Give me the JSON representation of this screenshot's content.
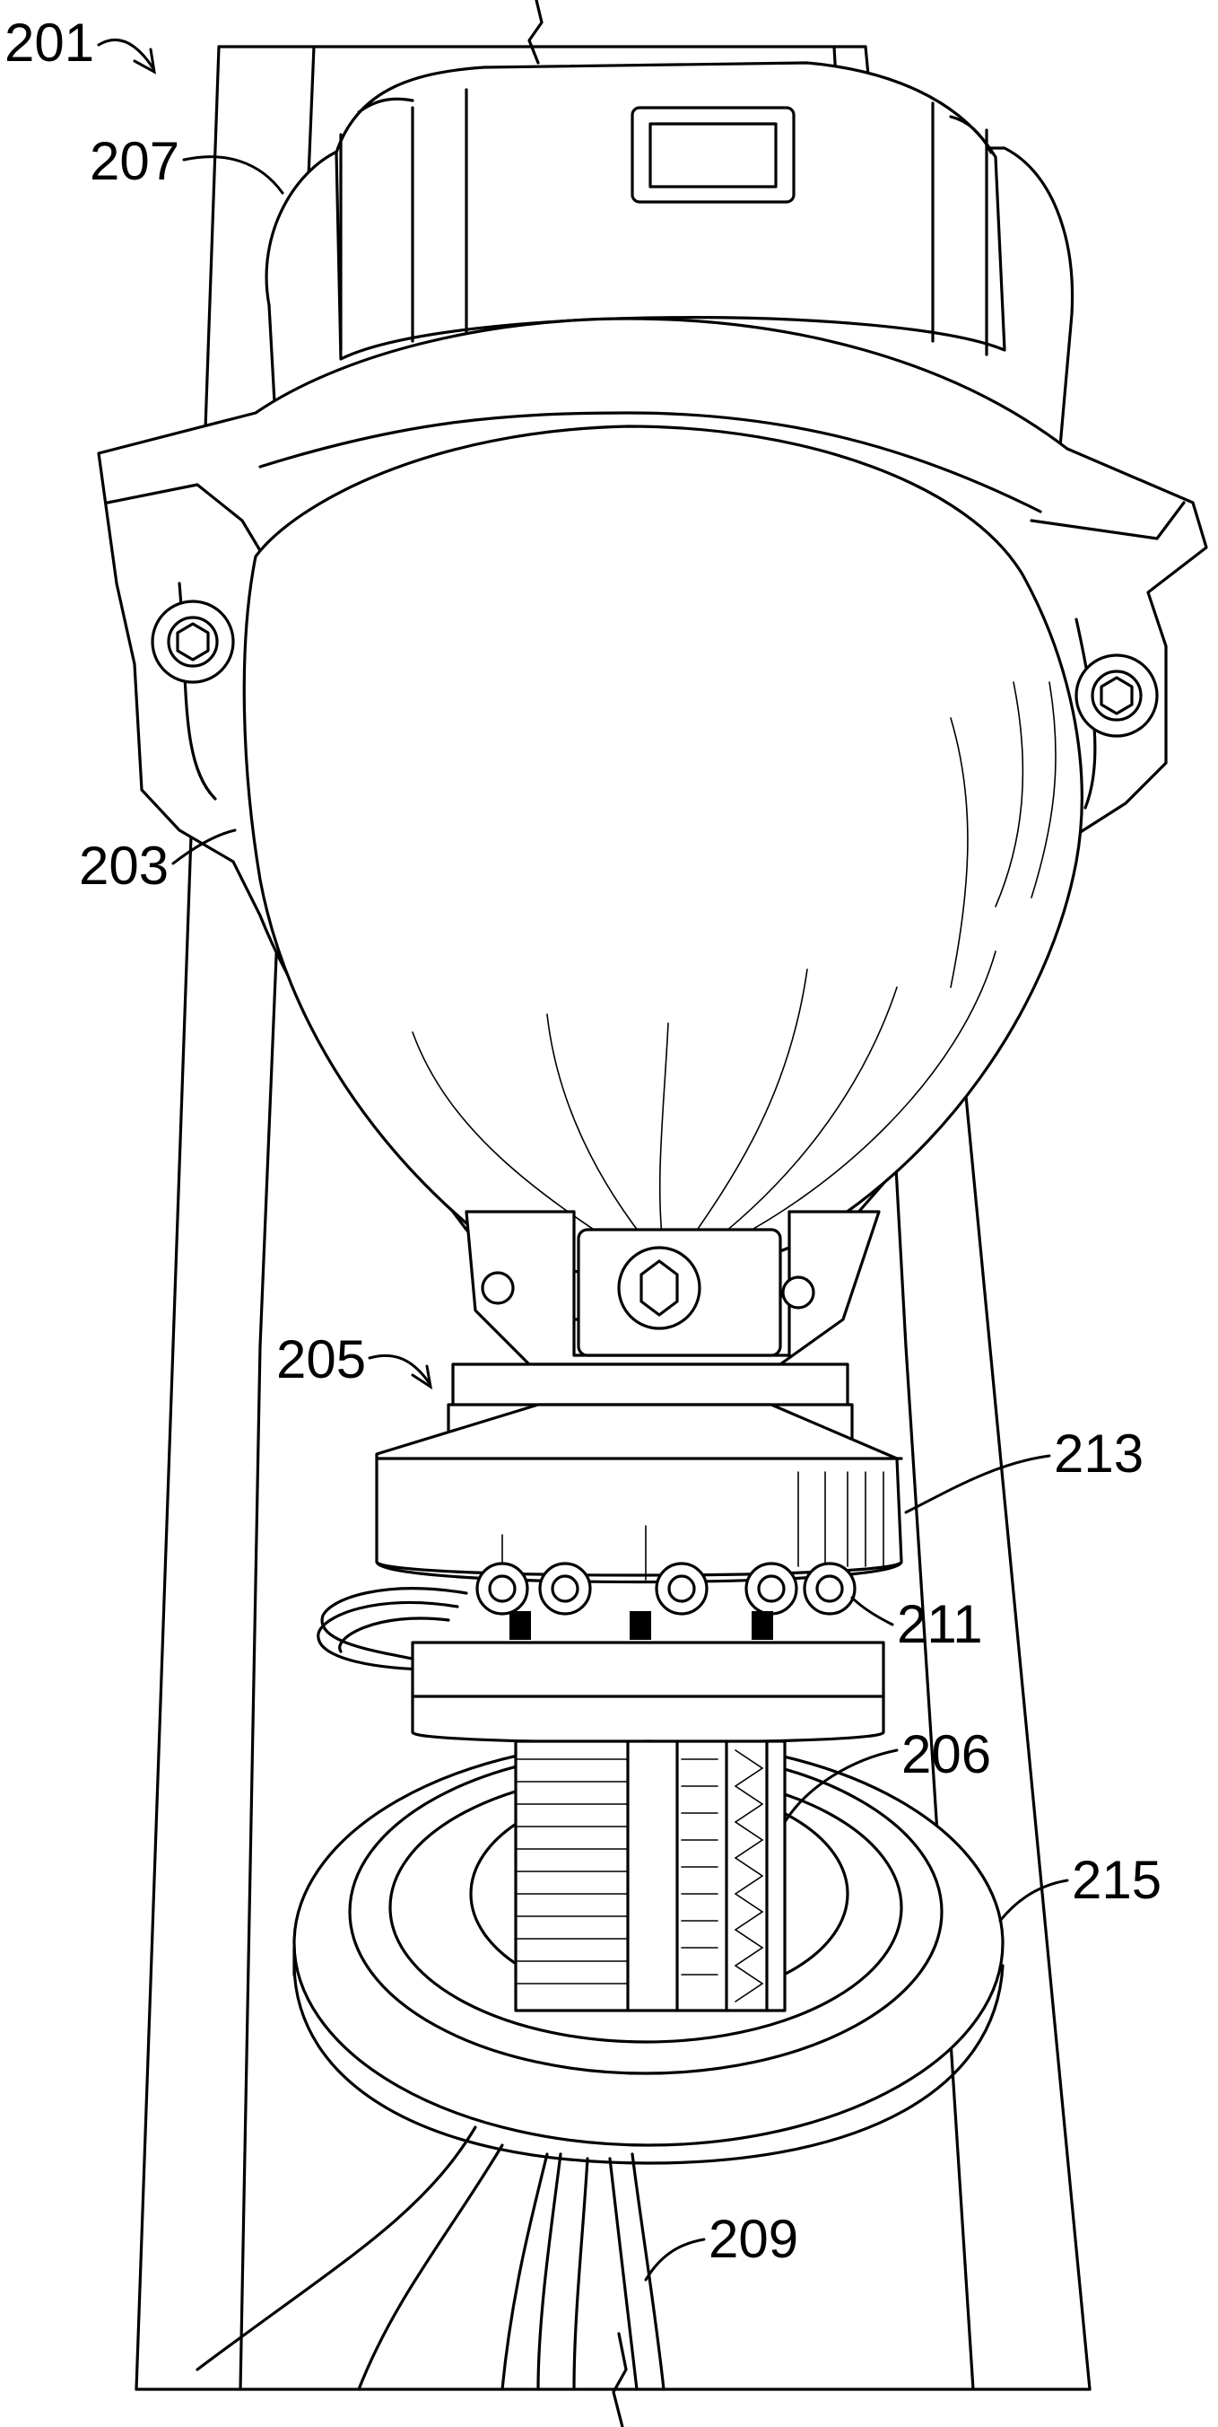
{
  "figure": {
    "labels": {
      "assembly": "201",
      "housing": "203",
      "base_assembly": "205",
      "threaded_shaft": "206",
      "cap": "207",
      "wiring": "209",
      "bearings": "211",
      "upper_ring": "213",
      "base_plate": "215"
    },
    "colors": {
      "line": "#000000",
      "background": "#ffffff"
    }
  }
}
